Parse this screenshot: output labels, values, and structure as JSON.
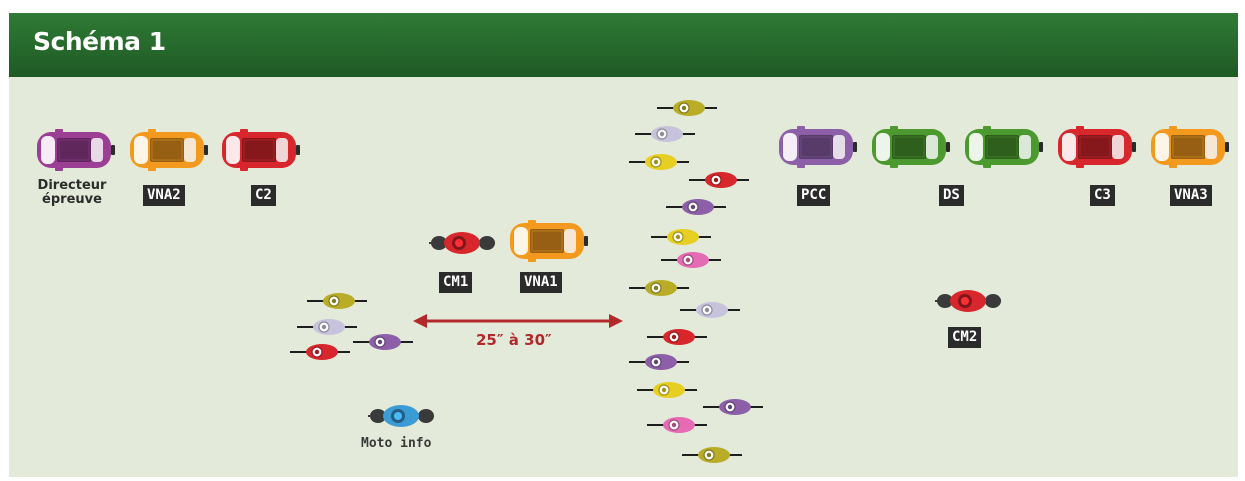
{
  "header": {
    "title": "Schéma 1"
  },
  "colors": {
    "purple": "#9b3f95",
    "orange": "#f39a1e",
    "red": "#d8262d",
    "green": "#4c9a2f",
    "lightpurple": "#8c5fa8",
    "yellow": "#e6cf22",
    "olive": "#b9ad28",
    "lilac": "#c8c3dd",
    "pink": "#e46bb4",
    "blue": "#3a9bd5",
    "arrow": "#b2292b"
  },
  "labels": {
    "directeur_line1": "Directeur",
    "directeur_line2": "épreuve",
    "vna2": "VNA2",
    "c2": "C2",
    "cm1": "CM1",
    "vna1": "VNA1",
    "pcc": "PCC",
    "ds": "DS",
    "c3": "C3",
    "vna3": "VNA3",
    "cm2": "CM2",
    "moto_info": "Moto info",
    "gap": "25″ à 30″"
  },
  "vehicles": {
    "cars": [
      {
        "id": "directeur-car",
        "color": "purple"
      },
      {
        "id": "vna2-car",
        "color": "orange"
      },
      {
        "id": "c2-car",
        "color": "red"
      },
      {
        "id": "vna1-car",
        "color": "orange"
      },
      {
        "id": "pcc-car",
        "color": "lightpurple"
      },
      {
        "id": "ds-car-1",
        "color": "green"
      },
      {
        "id": "ds-car-2",
        "color": "green"
      },
      {
        "id": "c3-car",
        "color": "red"
      },
      {
        "id": "vna3-car",
        "color": "orange"
      }
    ],
    "motos": [
      {
        "id": "cm1-moto",
        "color": "red"
      },
      {
        "id": "cm2-moto",
        "color": "red"
      },
      {
        "id": "moto-info",
        "color": "blue"
      }
    ],
    "breakaway_riders": [
      "olive",
      "lilac",
      "lightpurple",
      "red"
    ],
    "peloton_riders": [
      "olive",
      "lilac",
      "yellow",
      "red",
      "lightpurple",
      "yellow",
      "pink",
      "olive",
      "lilac",
      "red",
      "lightpurple",
      "yellow",
      "lightpurple",
      "pink",
      "olive"
    ]
  }
}
